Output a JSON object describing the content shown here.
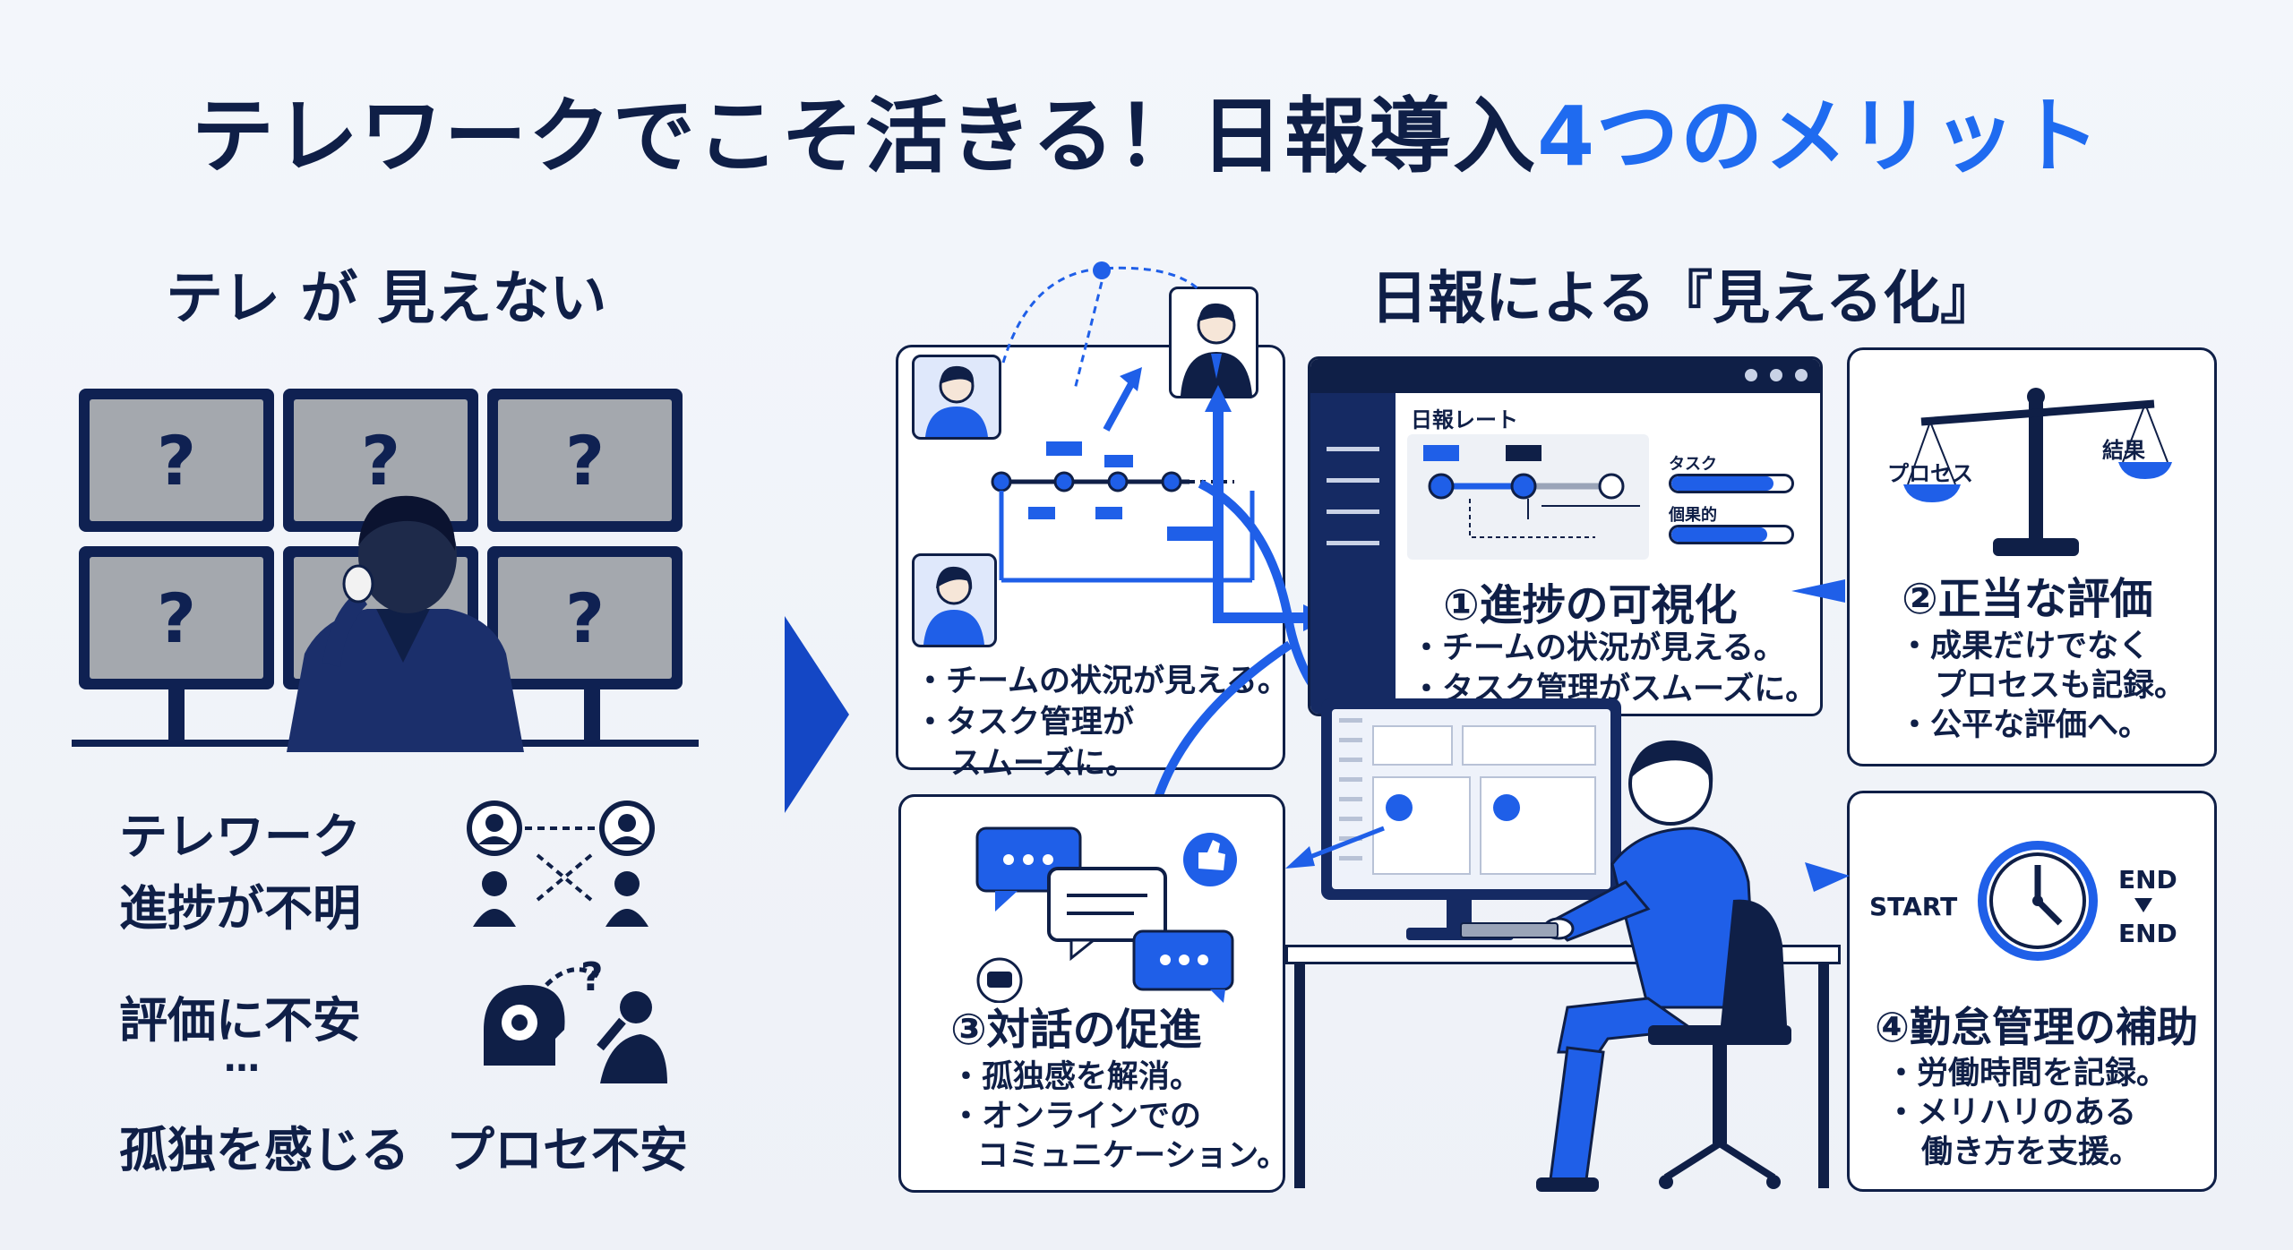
{
  "title": {
    "main": "テレワークでこそ活きる！日報導入",
    "accent": "4つのメリット"
  },
  "left": {
    "heading": "テレ が 見えない",
    "monitor_mark": "?",
    "issues": [
      "テレワーク",
      "進捗が不明",
      "評価に不安",
      "…",
      "孤独を感じる",
      "プロセ不安"
    ],
    "thought_mark": "?"
  },
  "right_heading": "日報による『見える化』",
  "progress_panel": {
    "bullets": [
      "・チームの状況が見える。",
      "・タスク管理が",
      "スムーズに。"
    ]
  },
  "report_window": {
    "title": "日報レート",
    "metric_1_label": "タスク",
    "metric_1_value": 0.85,
    "metric_2_label": "個果的",
    "metric_2_value": 0.8,
    "heading": "①進捗の可視化",
    "bullets": [
      "・チームの状況が見える。",
      "・タスク管理がスムーズに。"
    ]
  },
  "evaluation_panel": {
    "left_pan": "プロセス",
    "right_pan": "結果",
    "heading": "②正当な評価",
    "bullets": [
      "・成果だけでなく",
      "プロセスも記録。",
      "・公平な評価へ。"
    ]
  },
  "dialogue_panel": {
    "heading": "③対話の促進",
    "bullets": [
      "・孤独感を解消。",
      "・オンラインでの",
      "コミュニケーション。"
    ]
  },
  "attendance_panel": {
    "start_label": "START",
    "end_label_top": "END",
    "end_label_bottom": "END",
    "heading": "④勤怠管理の補助",
    "bullets": [
      "・労働時間を記録。",
      "・メリハリのある",
      "働き方を支援。"
    ]
  },
  "colors": {
    "navy": "#0f1f47",
    "accent_blue": "#1f5fe8",
    "background": "#f1f4f9"
  }
}
